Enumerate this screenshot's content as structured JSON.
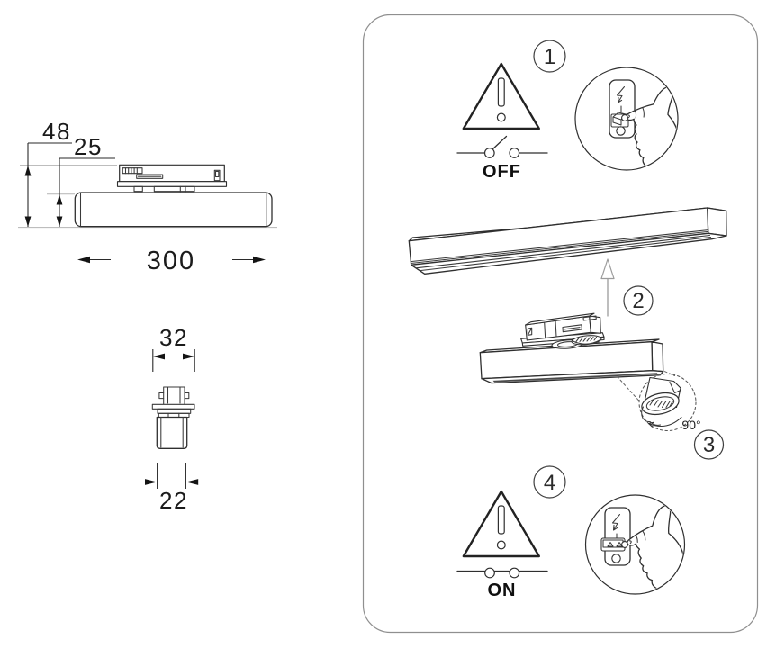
{
  "title": "track-light-installation-diagram",
  "dimensions": {
    "side_view": {
      "height_total": "48",
      "body_height": "25",
      "length": "300"
    },
    "end_view": {
      "adapter_width": "32",
      "body_width": "22"
    }
  },
  "panel": {
    "steps": [
      {
        "number": "1",
        "power_label": "OFF"
      },
      {
        "number": "2"
      },
      {
        "number": "3",
        "rotation_label": "90°"
      },
      {
        "number": "4",
        "power_label": "ON"
      }
    ]
  },
  "colors": {
    "ink": "#2f2f2f",
    "guide_line": "#bdbdbd",
    "panel_border": "#8f8f8f",
    "arrow_gray": "#9b9b9b",
    "lens_fill": "#4a4a4a",
    "background": "#ffffff"
  },
  "icons": {
    "warning": "warning-triangle-icon",
    "power_off": "open-switch-symbol",
    "power_on": "closed-switch-symbol",
    "lightning": "lightning-bolt-icon",
    "hand": "pointing-hand-icon",
    "insert_arrow": "insert-up-arrow-icon",
    "rotate_arrow": "rotate-90-arrow-icon"
  }
}
